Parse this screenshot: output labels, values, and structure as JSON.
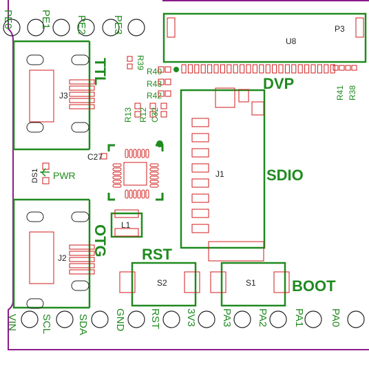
{
  "colors": {
    "outline": "#8a1a8a",
    "silk": "#1f8a1f",
    "copper": "#d01818",
    "bg": "#ffffff"
  },
  "top_pins": [
    "PE0",
    "PE1",
    "PE2",
    "PE3"
  ],
  "bottom_pins": [
    "VIN",
    "SCL",
    "SDA",
    "GND",
    "RST",
    "3V3",
    "PA3",
    "PA2",
    "PA1",
    "PA0"
  ],
  "section_labels": {
    "ttl": "TTL",
    "dvp": "DVP",
    "sdio": "SDIO",
    "otg": "OTG",
    "rst": "RST",
    "boot": "BOOT",
    "pwr": "PWR"
  },
  "refdes": {
    "u8": "U8",
    "p3": "P3",
    "j3": "J3",
    "j1": "J1",
    "j2": "J2",
    "s1": "S1",
    "s2": "S2",
    "l1": "L1",
    "c27": "C27",
    "ds1": "DS1",
    "r39": "R39",
    "r40": "R40",
    "r43": "R43",
    "r42": "R42",
    "r13": "R13",
    "r12": "R12",
    "c32": "C32",
    "r41": "R41",
    "r38": "R38"
  }
}
